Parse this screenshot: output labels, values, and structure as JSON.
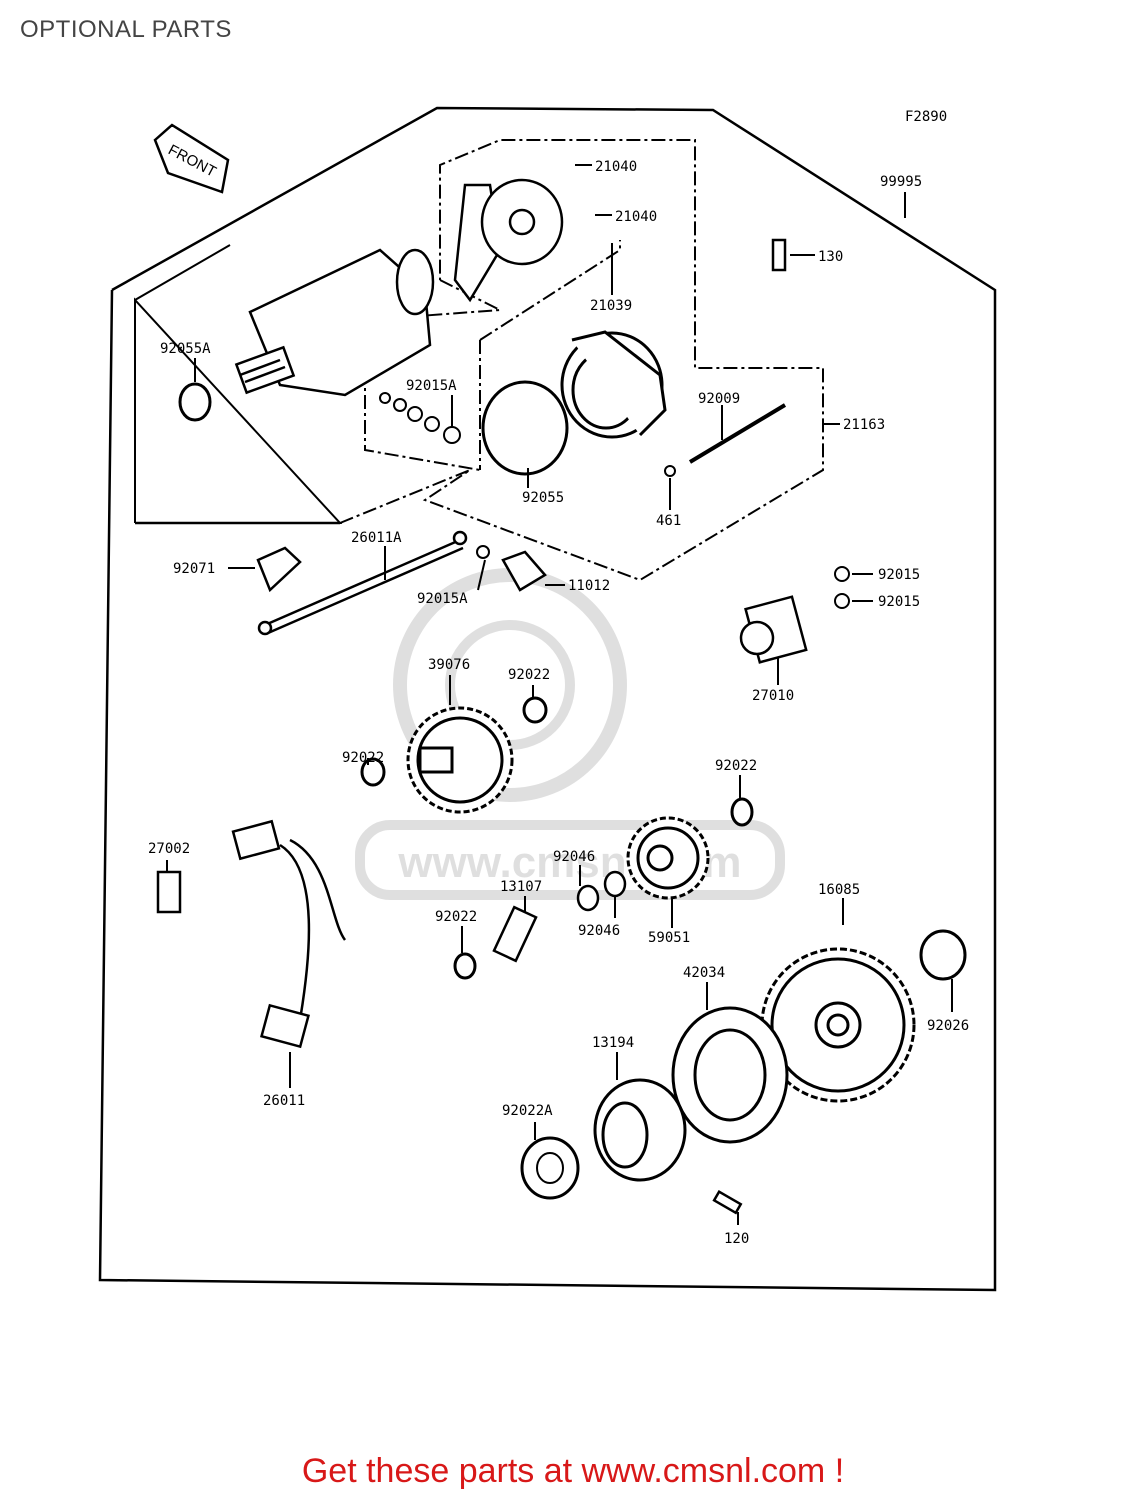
{
  "page": {
    "title": "OPTIONAL PARTS"
  },
  "diagram": {
    "ref_code": "F2890",
    "front_label": "FRONT",
    "watermark": "www.cmsnl.com",
    "parts": [
      {
        "id": "21040",
        "label": "21040"
      },
      {
        "id": "21040b",
        "label": "21040"
      },
      {
        "id": "99995",
        "label": "99995"
      },
      {
        "id": "130",
        "label": "130"
      },
      {
        "id": "21039",
        "label": "21039"
      },
      {
        "id": "92055A",
        "label": "92055A"
      },
      {
        "id": "92015A",
        "label": "92015A"
      },
      {
        "id": "92009",
        "label": "92009"
      },
      {
        "id": "21163",
        "label": "21163"
      },
      {
        "id": "92055",
        "label": "92055"
      },
      {
        "id": "461",
        "label": "461"
      },
      {
        "id": "26011A",
        "label": "26011A"
      },
      {
        "id": "92071",
        "label": "92071"
      },
      {
        "id": "92015Ab",
        "label": "92015A"
      },
      {
        "id": "11012",
        "label": "11012"
      },
      {
        "id": "92015",
        "label": "92015"
      },
      {
        "id": "92015b",
        "label": "92015"
      },
      {
        "id": "39076",
        "label": "39076"
      },
      {
        "id": "92022",
        "label": "92022"
      },
      {
        "id": "27010",
        "label": "27010"
      },
      {
        "id": "92022b",
        "label": "92022"
      },
      {
        "id": "92022c",
        "label": "92022"
      },
      {
        "id": "27002",
        "label": "27002"
      },
      {
        "id": "92046",
        "label": "92046"
      },
      {
        "id": "13107",
        "label": "13107"
      },
      {
        "id": "16085",
        "label": "16085"
      },
      {
        "id": "92022d",
        "label": "92022"
      },
      {
        "id": "92046b",
        "label": "92046"
      },
      {
        "id": "59051",
        "label": "59051"
      },
      {
        "id": "42034",
        "label": "42034"
      },
      {
        "id": "92026",
        "label": "92026"
      },
      {
        "id": "13194",
        "label": "13194"
      },
      {
        "id": "26011",
        "label": "26011"
      },
      {
        "id": "92022A",
        "label": "92022A"
      },
      {
        "id": "120",
        "label": "120"
      }
    ]
  },
  "footer": {
    "link_text": "Get these parts at www.cmsnl.com !",
    "color": "#d81818"
  }
}
